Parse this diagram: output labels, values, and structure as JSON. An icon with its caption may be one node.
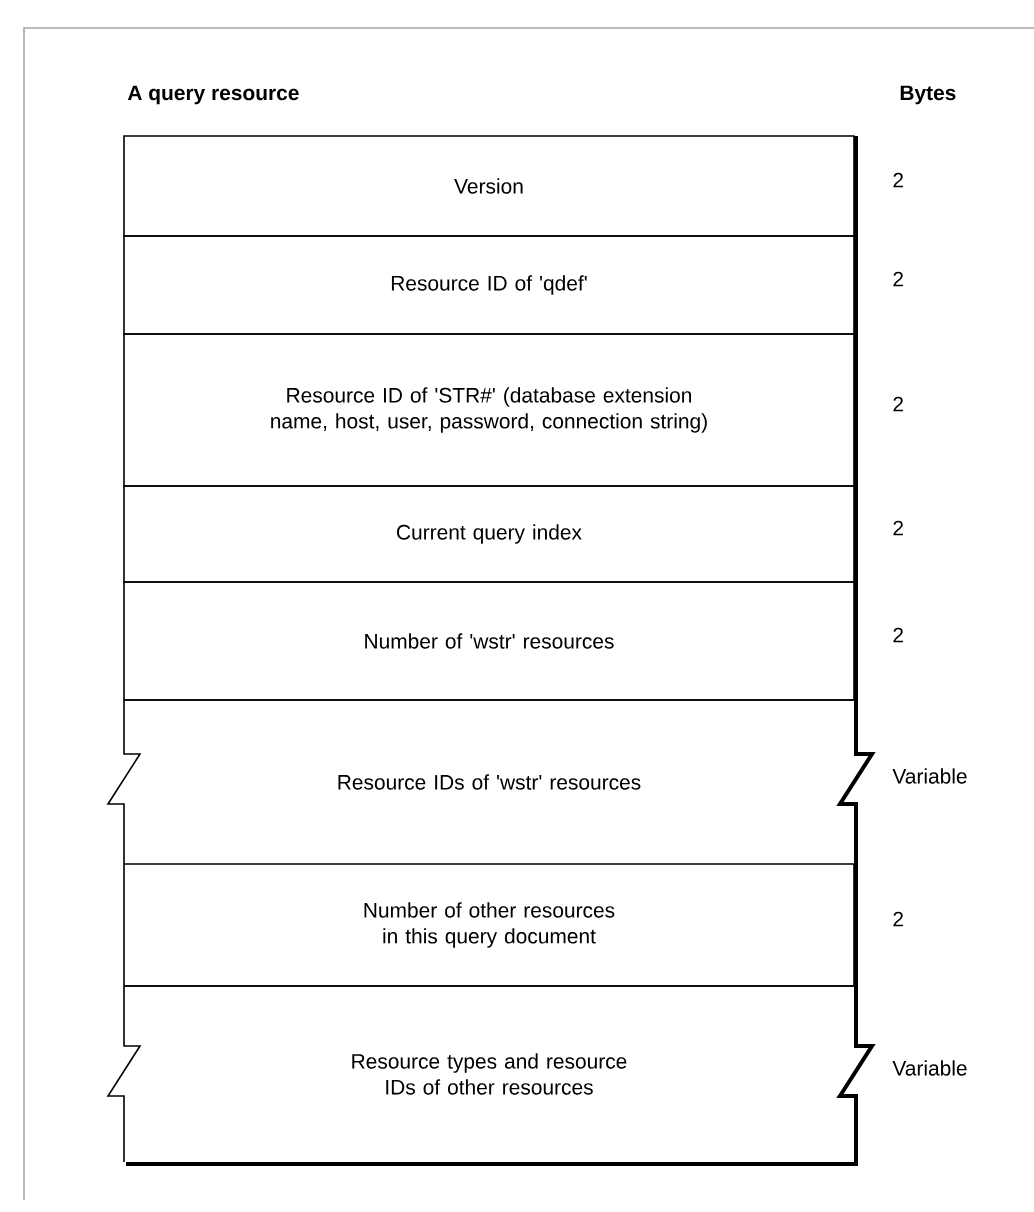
{
  "diagram": {
    "title": "A query resource",
    "nodes": [
      {
        "text": [
          "Version"
        ],
        "beside": [
          "2"
        ]
      },
      {
        "text": [
          "Resource ID of 'qdef'"
        ],
        "beside": [
          "2"
        ]
      },
      {
        "text": [
          "Resource ID of 'STR#' (database extension name, host, user, password, connection string)"
        ],
        "beside": [
          "2"
        ]
      },
      {
        "text": [
          "Current query index"
        ],
        "beside": [
          "2"
        ]
      },
      {
        "text": [
          "Number of 'wstr' resources"
        ],
        "beside": [
          "2"
        ]
      },
      {
        "text": [
          "Resource IDs of 'wstr' resources"
        ],
        "beside": [
          "Variable"
        ]
      },
      {
        "text": [
          "Number of other resources in this query document"
        ],
        "beside": [
          "2"
        ]
      },
      {
        "text": [
          "Resource types and resource IDs of other resources"
        ],
        "beside": [
          "Variable"
        ]
      }
    ],
    "labels": [
      "Bytes"
    ]
  }
}
